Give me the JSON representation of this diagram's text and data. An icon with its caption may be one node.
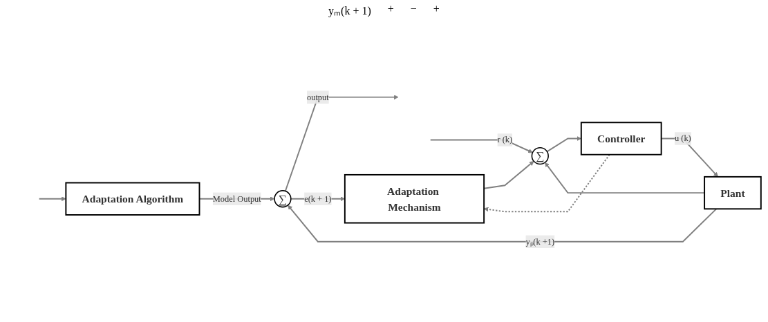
{
  "diagram": {
    "nodes": [
      {
        "text": [
          "Adaptation Algorithm"
        ]
      },
      {
        "text": [
          "∑"
        ]
      },
      {
        "text": [
          "Controller"
        ]
      },
      {
        "text": [
          "Plant"
        ]
      },
      {
        "text": [
          "∑"
        ]
      },
      {
        "text": [
          "Adaptation Mechanism"
        ]
      }
    ],
    "edges": [
      {
        "from": null,
        "to": 1,
        "arrow": "to",
        "label": "r (k)"
      },
      {
        "from": null,
        "to": 0,
        "arrow": "to"
      },
      {
        "from": 1,
        "to": 2,
        "arrow": "to"
      },
      {
        "from": 2,
        "to": 3,
        "arrow": "to",
        "label": "u (k)"
      },
      {
        "from": 3,
        "to": 4,
        "arrow": "to",
        "label": "yₚ(k +1)"
      },
      {
        "from": 3,
        "to": 1,
        "arrow": "to"
      },
      {
        "from": 0,
        "to": 4,
        "arrow": "to",
        "label": "Model Output"
      },
      {
        "from": 4,
        "to": null,
        "arrow": "to",
        "label": "output"
      },
      {
        "from": 4,
        "to": 5,
        "arrow": "to",
        "label": "e(k + 1)"
      },
      {
        "from": 5,
        "to": 1,
        "arrow": "to"
      },
      {
        "from": 2,
        "to": 5,
        "arrow": "to",
        "style": "dashed"
      }
    ],
    "labels": [
      "yₘ(k + 1)",
      "+",
      "−",
      "+"
    ]
  }
}
